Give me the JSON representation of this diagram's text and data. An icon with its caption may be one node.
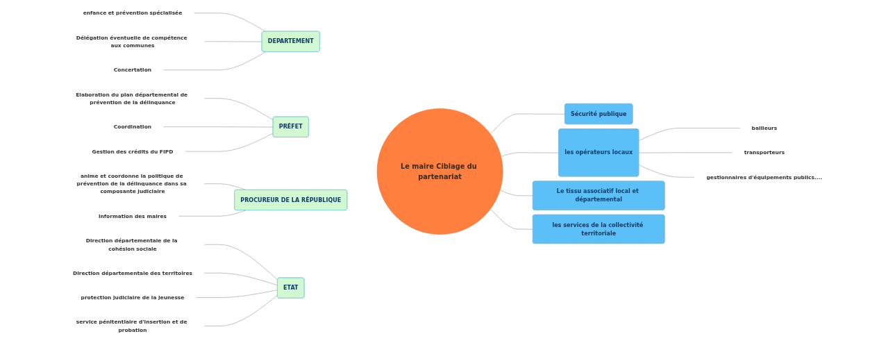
{
  "diagram": {
    "nodes": [
      {
        "text": [
          "DEPARTEMENT"
        ]
      },
      {
        "text": [
          "enfance et prévention spécialisée"
        ]
      },
      {
        "text": [
          "Délégation éventuelle de compétence aux communes"
        ]
      },
      {
        "text": [
          "Concertation"
        ]
      },
      {
        "text": [
          "PRÉFET"
        ]
      },
      {
        "text": [
          "Elaboration du plan départemental de prévention de la délinquance"
        ]
      },
      {
        "text": [
          "Coordination"
        ]
      },
      {
        "text": [
          "Gestion des crédits du FIPD"
        ]
      },
      {
        "text": [
          "PROCUREUR DE LA RÉPUBLIQUE"
        ]
      },
      {
        "text": [
          "anime et coordonne la politique de prévention de la délinquance dans sa composante judiciaire"
        ]
      },
      {
        "text": [
          "information des maires"
        ]
      },
      {
        "text": [
          "ETAT"
        ]
      },
      {
        "text": [
          "Direction départementale de la cohésion sociale"
        ]
      },
      {
        "text": [
          "Direction départementale des territoires"
        ]
      },
      {
        "text": [
          "protection judiciaire de la jeunesse"
        ]
      },
      {
        "text": [
          "service pénitentiaire d'insertion et de probation"
        ]
      },
      {
        "text": [
          "Le maire Ciblage du partenariat"
        ]
      },
      {
        "text": [
          "Sécurité publique"
        ]
      },
      {
        "text": [
          "les opérateurs locaux"
        ]
      },
      {
        "text": [
          "bailleurs"
        ]
      },
      {
        "text": [
          "transporteurs"
        ]
      },
      {
        "text": [
          "gestionnaires d'équipements publics...."
        ]
      },
      {
        "text": [
          "Le tissu associatif local et départemental"
        ]
      },
      {
        "text": [
          "les services de la collectivité territoriale"
        ]
      }
    ],
    "edges": [
      {
        "from": 1,
        "to": 0,
        "arrow": "none"
      },
      {
        "from": 2,
        "to": 0,
        "arrow": "none"
      },
      {
        "from": 3,
        "to": 0,
        "arrow": "none"
      },
      {
        "from": 5,
        "to": 4,
        "arrow": "none"
      },
      {
        "from": 6,
        "to": 4,
        "arrow": "none"
      },
      {
        "from": 7,
        "to": 4,
        "arrow": "none"
      },
      {
        "from": 9,
        "to": 8,
        "arrow": "none"
      },
      {
        "from": 10,
        "to": 8,
        "arrow": "none"
      },
      {
        "from": 12,
        "to": 11,
        "arrow": "none"
      },
      {
        "from": 13,
        "to": 11,
        "arrow": "none"
      },
      {
        "from": 14,
        "to": 11,
        "arrow": "none"
      },
      {
        "from": 15,
        "to": 11,
        "arrow": "none"
      },
      {
        "from": 16,
        "to": 17,
        "arrow": "none"
      },
      {
        "from": 16,
        "to": 18,
        "arrow": "none"
      },
      {
        "from": 16,
        "to": 22,
        "arrow": "none"
      },
      {
        "from": 16,
        "to": 23,
        "arrow": "none"
      },
      {
        "from": 18,
        "to": 19,
        "arrow": "none"
      },
      {
        "from": 18,
        "to": 20,
        "arrow": "none"
      },
      {
        "from": 18,
        "to": 21,
        "arrow": "none"
      }
    ]
  }
}
